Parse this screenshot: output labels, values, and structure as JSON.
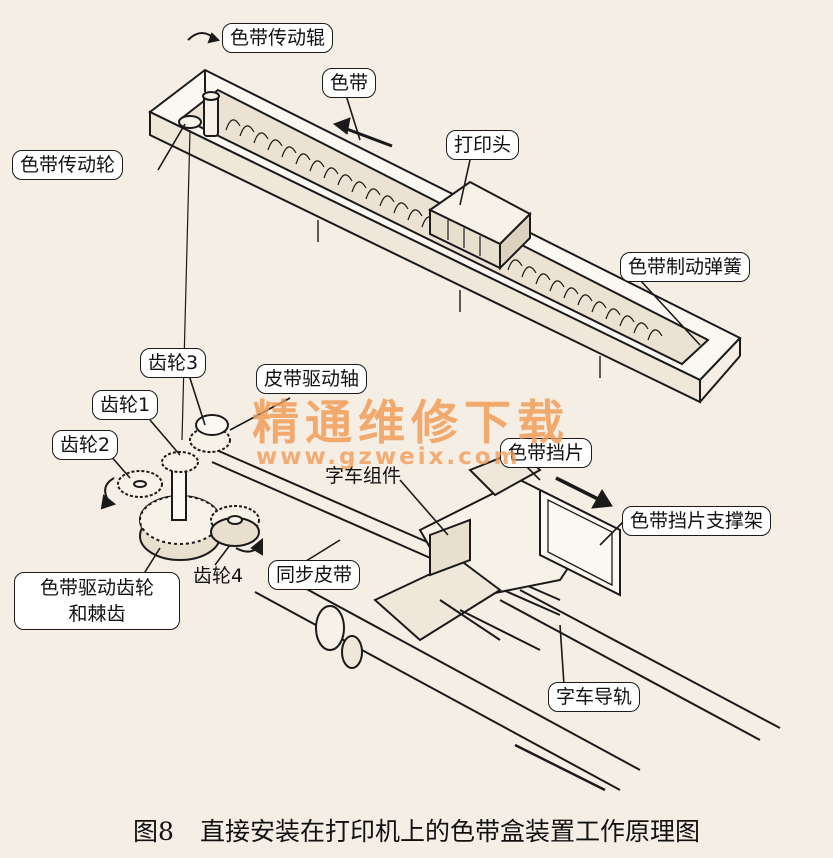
{
  "callouts": {
    "ribbon_drive_roller": "色带传动辊",
    "ribbon": "色带",
    "print_head": "打印头",
    "ribbon_drive_wheel": "色带传动轮",
    "ribbon_brake_spring": "色带制动弹簧",
    "gear_3": "齿轮3",
    "belt_drive_shaft": "皮带驱动轴",
    "gear_1": "齿轮1",
    "gear_2": "齿轮2",
    "ribbon_shield": "色带挡片",
    "carriage_assembly": "字车组件",
    "ribbon_shield_bracket": "色带挡片支撑架",
    "timing_belt": "同步皮带",
    "gear_4": "齿轮4",
    "ribbon_drive_gear_line1": "色带驱动齿轮",
    "ribbon_drive_gear_line2": "和棘齿",
    "carriage_rail": "字车导轨"
  },
  "watermark": {
    "text_cn": "精通维修下载",
    "url": "www.gzweix.com",
    "color": "#f29a55"
  },
  "caption": {
    "figure_number": "图8",
    "title": "直接安装在打印机上的色带盒装置工作原理图"
  },
  "colors": {
    "paper": "#f4eee4",
    "ink": "#1a1a1a"
  }
}
